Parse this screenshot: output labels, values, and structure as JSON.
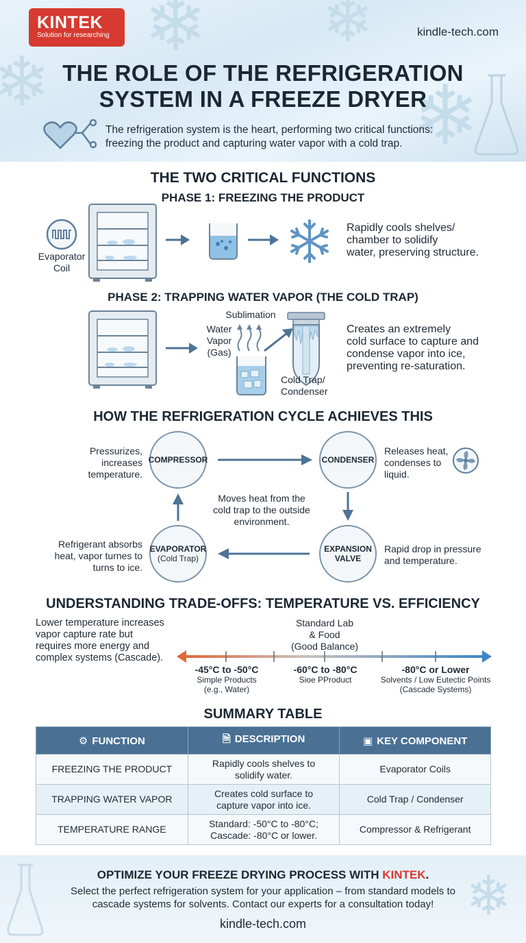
{
  "brand": {
    "name": "KINTEK",
    "tagline": "Solution for researching",
    "website": "kindle-tech.com"
  },
  "title": {
    "line1": "THE ROLE OF THE REFRIGERATION",
    "line2": "SYSTEM IN A FREEZE DRYER"
  },
  "intro": {
    "line1": "The refrigeration system is the heart, performing two critical functions:",
    "line2": "freezing the product and capturing water vapor with a cold trap."
  },
  "functions": {
    "heading": "THE TWO CRITICAL FUNCTIONS",
    "phase1": {
      "heading": "PHASE 1: FREEZING THE PRODUCT",
      "coil_label_1": "Evaporator",
      "coil_label_2": "Coil",
      "desc_1": "Rapidly cools shelves/",
      "desc_2": "chamber to solidify",
      "desc_3": "water, preserving structure."
    },
    "phase2": {
      "heading": "PHASE 2: TRAPPING WATER VAPOR (THE COLD TRAP)",
      "sublimation": "Sublimation",
      "vapor_1": "Water",
      "vapor_2": "Vapor",
      "vapor_3": "(Gas)",
      "trap_1": "Cold Trap/",
      "trap_2": "Condenser",
      "desc_1": "Creates an extremely",
      "desc_2": "cold surface to capture and",
      "desc_3": "condense vapor into ice,",
      "desc_4": "preventing re-saturation."
    }
  },
  "cycle": {
    "heading": "HOW THE REFRIGERATION CYCLE ACHIEVES THIS",
    "compressor": {
      "label": "COMPRESSOR",
      "note_1": "Pressurizes,",
      "note_2": "increases",
      "note_3": "temperature."
    },
    "condenser": {
      "label": "CONDENSER",
      "note_1": "Releases heat,",
      "note_2": "condenses to",
      "note_3": "liquid."
    },
    "expansion": {
      "label_1": "EXPANSION",
      "label_2": "VALVE",
      "note_1": "Rapid drop in pressure",
      "note_2": "and temperature."
    },
    "evaporator": {
      "label_1": "EVAPORATOR",
      "label_2": "(Cold Trap)",
      "note_1": "Refrigerant absorbs",
      "note_2": "heat, vapor turnes to",
      "note_3": "turns to ice."
    },
    "center_1": "Moves heat from the",
    "center_2": "cold trap to the outside",
    "center_3": "environment."
  },
  "tradeoffs": {
    "heading": "UNDERSTANDING TRADE-OFFS: TEMPERATURE VS. EFFICIENCY",
    "note_1": "Lower temperature increases",
    "note_2": "vapor capture rate but",
    "note_3": "requires more energy and",
    "note_4": "complex systems (Cascade).",
    "callout_1": "Standard Lab",
    "callout_2": "& Food",
    "callout_3": "(Good Balance)",
    "ranges": [
      {
        "range": "-45°C to -50°C",
        "sub_1": "Simple Products",
        "sub_2": "(e.g., Water)"
      },
      {
        "range": "-60°C to -80°C",
        "sub_1": "Sioe PProduct",
        "sub_2": ""
      },
      {
        "range": "-80°C or Lower",
        "sub_1": "Solvents / Low Eutectic Points",
        "sub_2": "(Cascade Systems)"
      }
    ],
    "colors": {
      "warm": "#e2673a",
      "cool": "#3f86c4"
    }
  },
  "summary": {
    "heading": "SUMMARY TABLE",
    "headers": [
      "FUNCTION",
      "DESCRIPTION",
      "KEY COMPONENT"
    ],
    "rows": [
      {
        "function": "FREEZING THE PRODUCT",
        "desc_1": "Rapidly cools shelves to",
        "desc_2": "solidify water.",
        "component": "Evaporator Coils"
      },
      {
        "function": "TRAPPING WATER VAPOR",
        "desc_1": "Creates cold surface to",
        "desc_2": "capture vapor into ice.",
        "component": "Cold Trap / Condenser"
      },
      {
        "function": "TEMPERATURE RANGE",
        "desc_1": "Standard: -50°C to -80°C;",
        "desc_2": "Cascade: -80°C or lower.",
        "component": "Compressor & Refrigerant"
      }
    ]
  },
  "footer": {
    "cta_prefix": "OPTIMIZE YOUR FREEZE DRYING PROCESS WITH ",
    "cta_brand": "KINTEK",
    "cta_suffix": ".",
    "line_1": "Select the perfect refrigeration system for your application – from standard models to",
    "line_2": "cascade systems for solvents. Contact our experts for a consultation today!",
    "website": "kindle-tech.com"
  },
  "colors": {
    "brand_red": "#d63a30",
    "table_header": "#4a7194",
    "arrow": "#4d7396"
  }
}
